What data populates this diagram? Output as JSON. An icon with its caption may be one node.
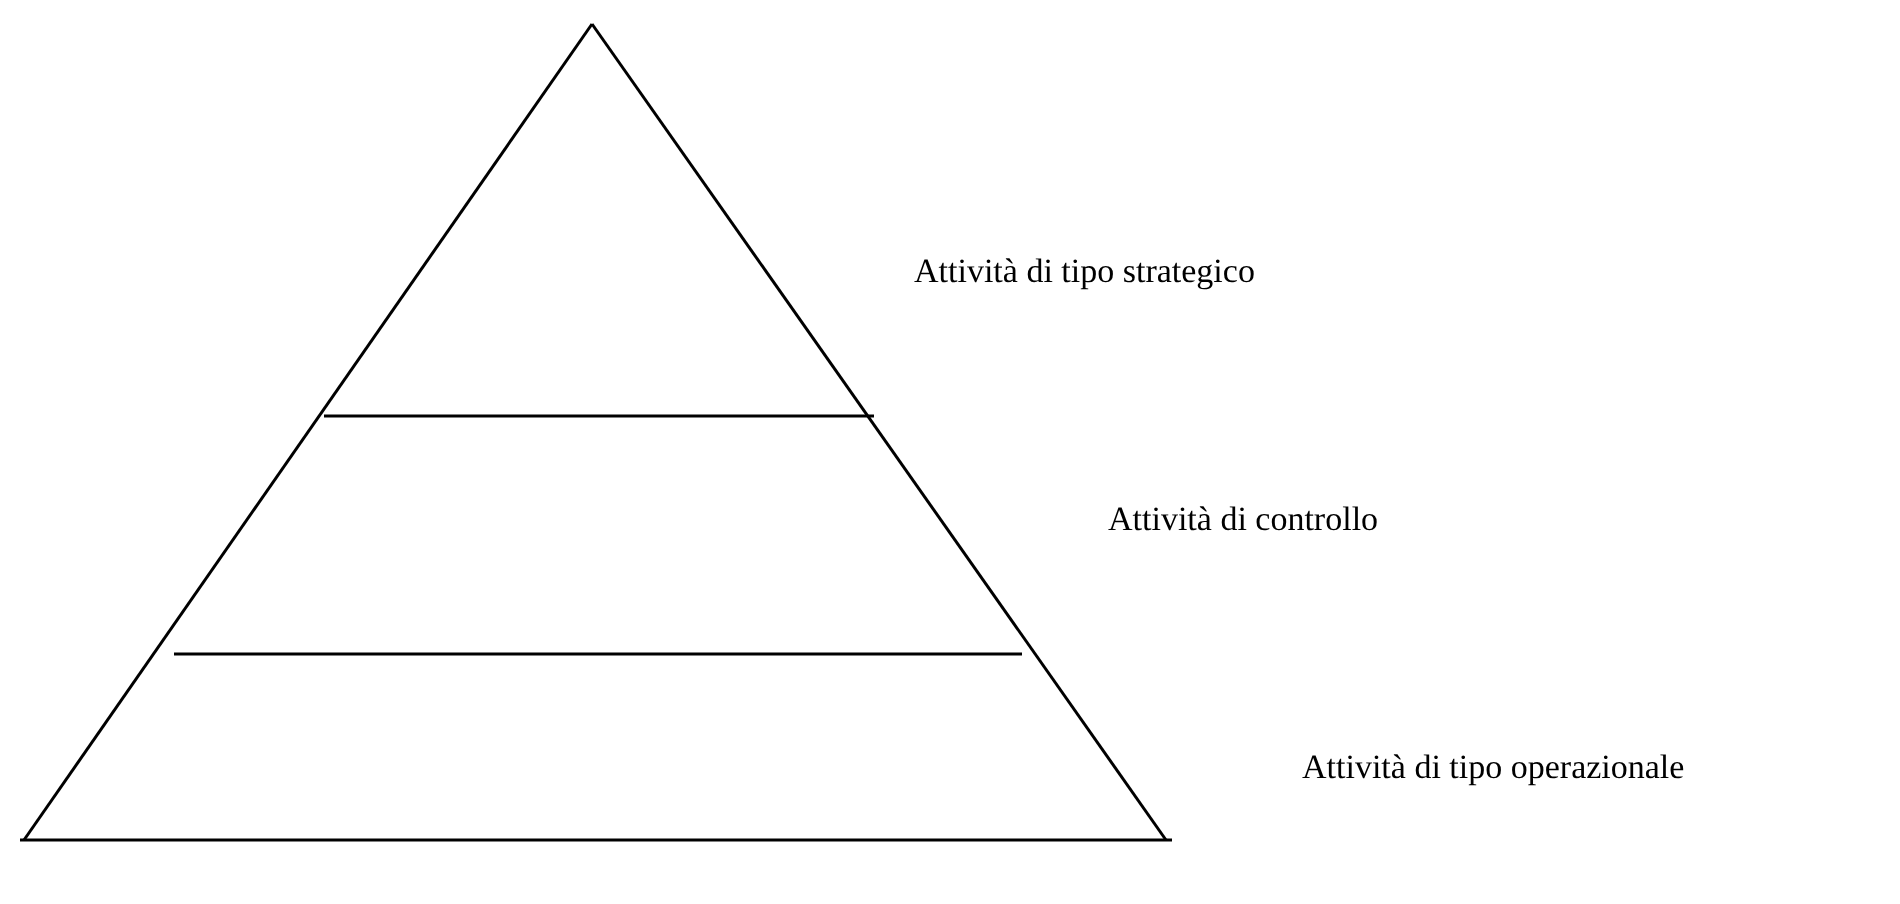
{
  "diagram": {
    "labels": [
      "Attività di tipo strategico",
      "Attività di controllo",
      "Attività di tipo operazionale"
    ]
  }
}
